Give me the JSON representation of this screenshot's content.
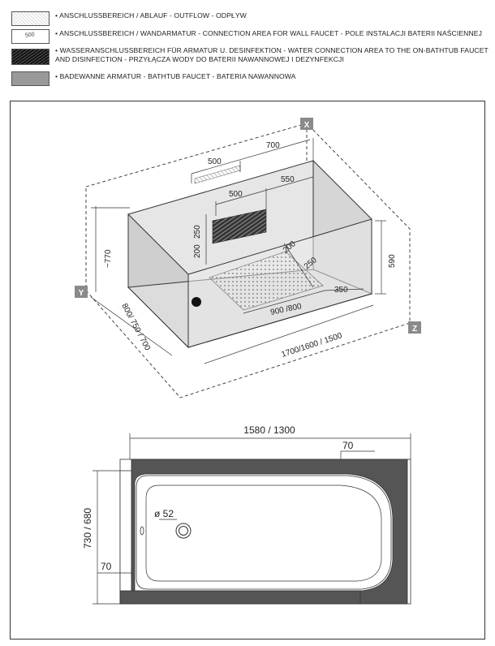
{
  "legend": [
    {
      "text": "• ANSCHLUSSBEREICH / ABLAUF - OUTFLOW - ODPŁYW",
      "swatch": "hatch"
    },
    {
      "text": "• ANSCHLUSSBEREICH / WANDARMATUR - CONNECTION AREA FOR WALL FAUCET - POLE INSTALACJI BATERII NAŚCIENNEJ",
      "swatch": "500",
      "swatch_label": "500"
    },
    {
      "text": "• WASSERANSCHLUSSBEREICH FÜR ARMATUR U. DESINFEKTION - WATER CONNECTION AREA TO THE ON-BATHTUB FAUCET",
      "text2": "AND DISINFECTION - PRZYŁĄCZA WODY DO BATERII NAWANNOWEJ I DEZYNFEKCJI",
      "swatch": "black"
    },
    {
      "text": "• BADEWANNE ARMATUR  - BATHTUB FAUCET - BATERIA  NAWANNOWA",
      "swatch": "grey"
    }
  ],
  "iso": {
    "axis_x": "X",
    "axis_y": "Y",
    "axis_z": "Z",
    "dim_700": "700",
    "dim_500_top": "500",
    "dim_550": "550",
    "dim_500_inner": "500",
    "dim_250_left": "250",
    "dim_200_left": "200",
    "dim_770": "~770",
    "dim_590": "590",
    "dim_200_diag": "200",
    "dim_250_diag": "250",
    "dim_350": "350",
    "dim_900": "900 /800",
    "dim_length": "1700/1600 / 1500",
    "dim_width": "800/ 750 / 700"
  },
  "plan": {
    "dim_width": "1580 / 1300",
    "dim_70_top": "70",
    "dim_height": "730 / 680",
    "dim_70_left": "70",
    "drain": "ø 52"
  },
  "colors": {
    "grey": "#999999",
    "dark": "#555555"
  }
}
